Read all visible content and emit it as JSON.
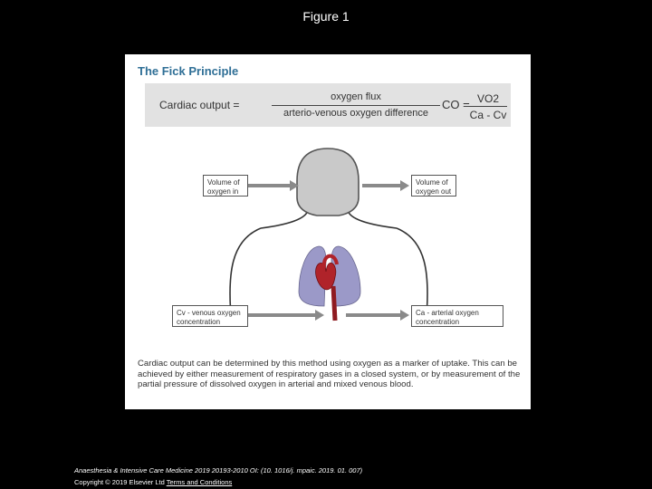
{
  "slide": {
    "title": "Figure 1"
  },
  "figure": {
    "heading": "The Fick Principle",
    "formula": {
      "label": "Cardiac output =",
      "numerator": "oxygen flux",
      "denominator": "arterio-venous oxygen difference",
      "co": "CO =",
      "vo2": "VO2",
      "cacv": "Ca - Cv"
    },
    "boxes": {
      "volume_in": "Volume of oxygen in",
      "volume_out": "Volume of oxygen out",
      "venous": "Cv - venous oxygen concentration",
      "arterial": "Ca - arterial oxygen concentration"
    },
    "caption": "Cardiac output can be determined by this method using oxygen as a marker of uptake. This can be achieved by either measurement of respiratory gases in a closed system, or by measurement of the partial pressure of dissolved oxygen in arterial and mixed venous blood.",
    "colors": {
      "heading": "#2f6f96",
      "formula_bg": "#e2e2e2",
      "head_fill": "#c9c9c9",
      "lungs": "#9b99c8",
      "heart": "#b0232a",
      "arrows": "#8a8a8a"
    }
  },
  "footer": {
    "citation": "Anaesthesia & Intensive Care Medicine 2019 20193-2010 OI: (10. 1016/j. mpaic. 2019. 01. 007)",
    "copyright": "Copyright © 2019 Elsevier Ltd",
    "terms_link": "Terms and Conditions"
  }
}
